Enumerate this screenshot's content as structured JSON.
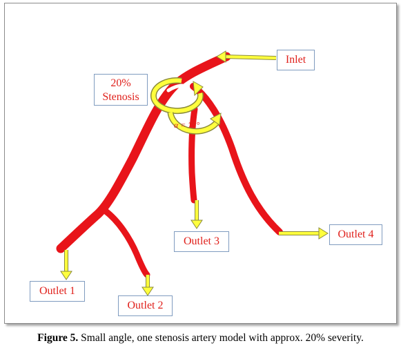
{
  "labels": {
    "inlet": "Inlet",
    "stenosis_line1": "20%",
    "stenosis_line2": "Stenosis",
    "angle": "α = 75°",
    "outlet1": "Outlet 1",
    "outlet2": "Outlet 2",
    "outlet3": "Outlet 3",
    "outlet4": "Outlet 4"
  },
  "caption": {
    "figure_number": "Figure 5.",
    "text": " Small angle, one stenosis artery model with approx. 20% severity."
  },
  "colors": {
    "artery": "#e8141a",
    "artery_dark": "#b30d12",
    "arrow_fill": "#ffff3d",
    "arrow_stroke": "#8a8a3a",
    "label_text": "#e0201b",
    "label_border": "#7f9bbf"
  }
}
